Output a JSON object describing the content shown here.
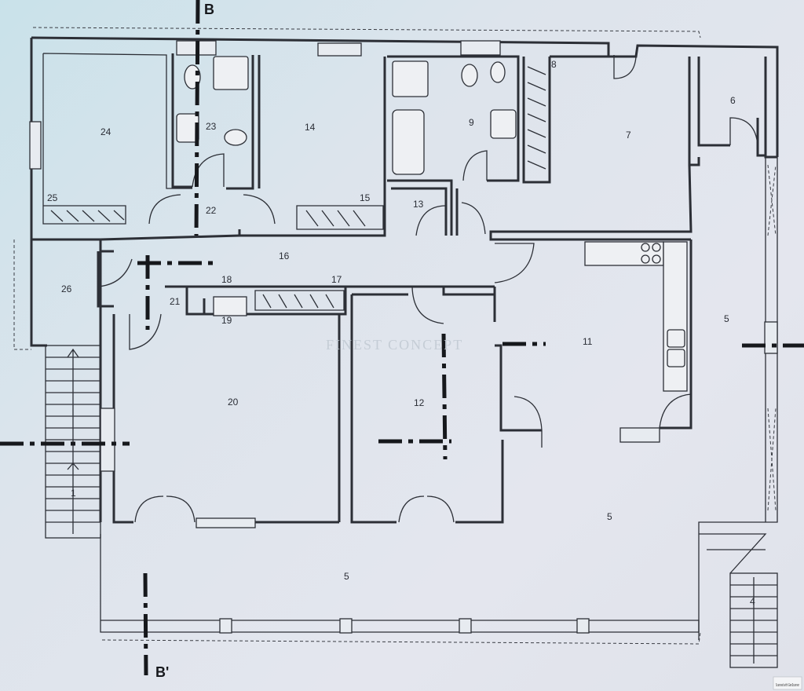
{
  "plan": {
    "section_top": "B",
    "section_bottom": "B'",
    "rooms": [
      {
        "id": "r24",
        "label": "24"
      },
      {
        "id": "r23",
        "label": "23"
      },
      {
        "id": "r14",
        "label": "14"
      },
      {
        "id": "r9",
        "label": "9"
      },
      {
        "id": "r8",
        "label": "8"
      },
      {
        "id": "r7",
        "label": "7"
      },
      {
        "id": "r6",
        "label": "6"
      },
      {
        "id": "r25",
        "label": "25"
      },
      {
        "id": "r22",
        "label": "22"
      },
      {
        "id": "r15",
        "label": "15"
      },
      {
        "id": "r13",
        "label": "13"
      },
      {
        "id": "r16",
        "label": "16"
      },
      {
        "id": "r26",
        "label": "26"
      },
      {
        "id": "r18",
        "label": "18"
      },
      {
        "id": "r17",
        "label": "17"
      },
      {
        "id": "r21",
        "label": "21"
      },
      {
        "id": "r19",
        "label": "19"
      },
      {
        "id": "r11",
        "label": "11"
      },
      {
        "id": "r5a",
        "label": "5"
      },
      {
        "id": "r20",
        "label": "20"
      },
      {
        "id": "r12",
        "label": "12"
      },
      {
        "id": "r1",
        "label": "1"
      },
      {
        "id": "r5b",
        "label": "5"
      },
      {
        "id": "r5c",
        "label": "5"
      },
      {
        "id": "r4",
        "label": "4"
      }
    ],
    "watermark": "FINEST CONCEPT",
    "scanner_badge": "Scanned with GenScanner"
  }
}
